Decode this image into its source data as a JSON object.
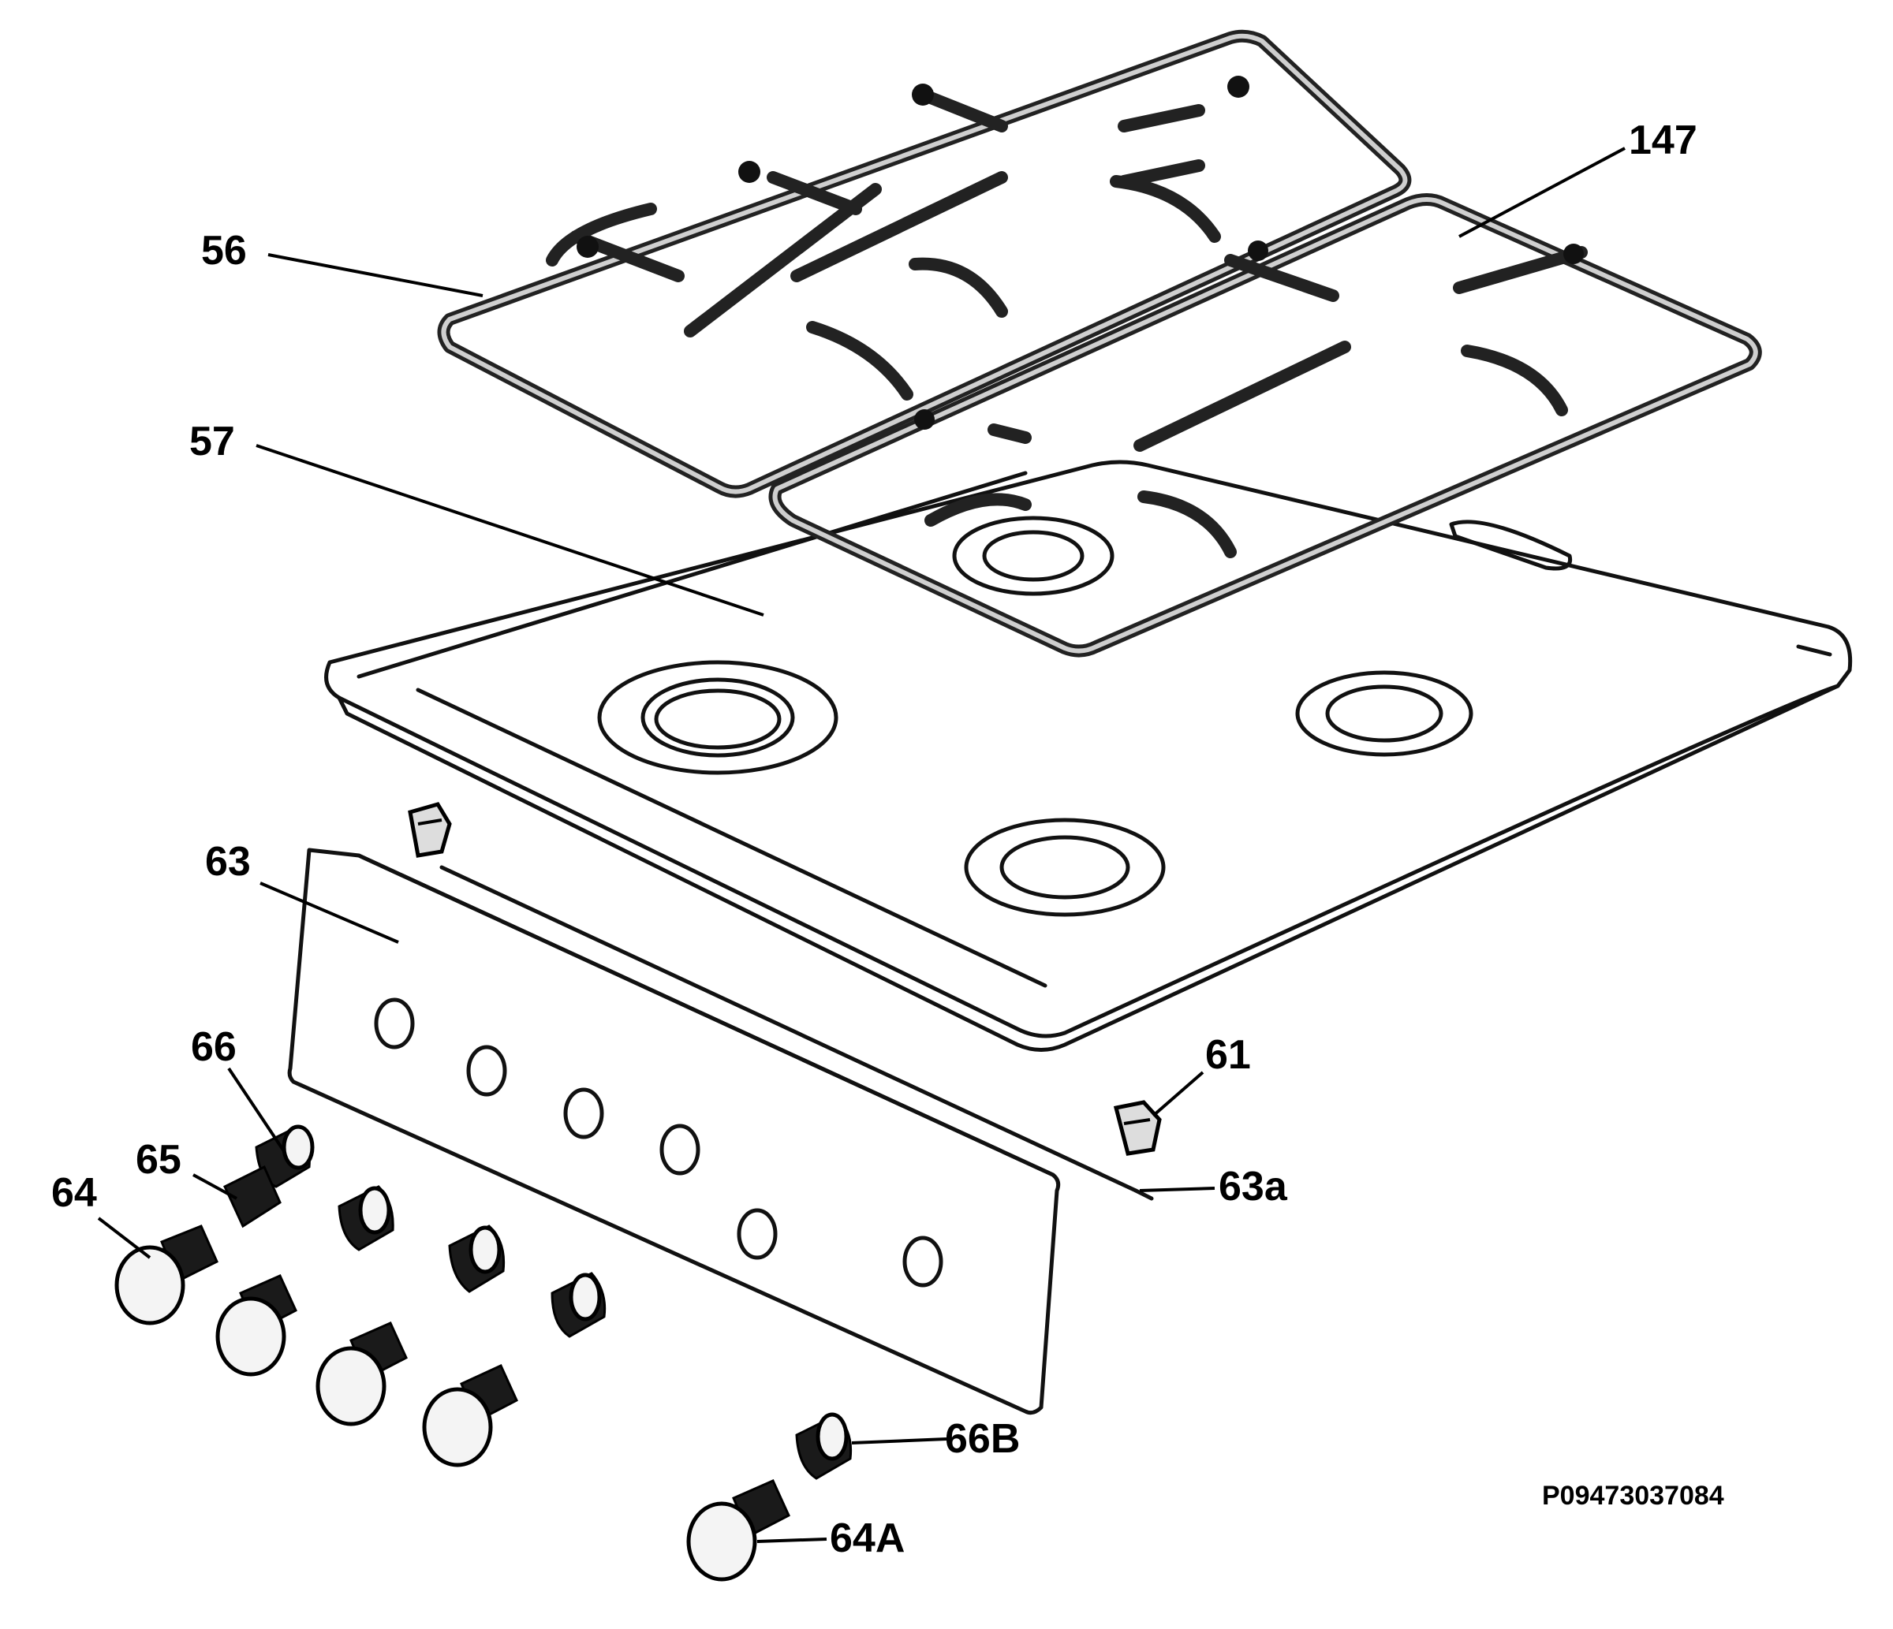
{
  "labels": {
    "l56": "56",
    "l57": "57",
    "l147": "147",
    "l63": "63",
    "l61": "61",
    "l63a": "63a",
    "l66": "66",
    "l65": "65",
    "l64": "64",
    "l66b": "66B",
    "l64a": "64A"
  },
  "drawing_code": "P09473037084"
}
